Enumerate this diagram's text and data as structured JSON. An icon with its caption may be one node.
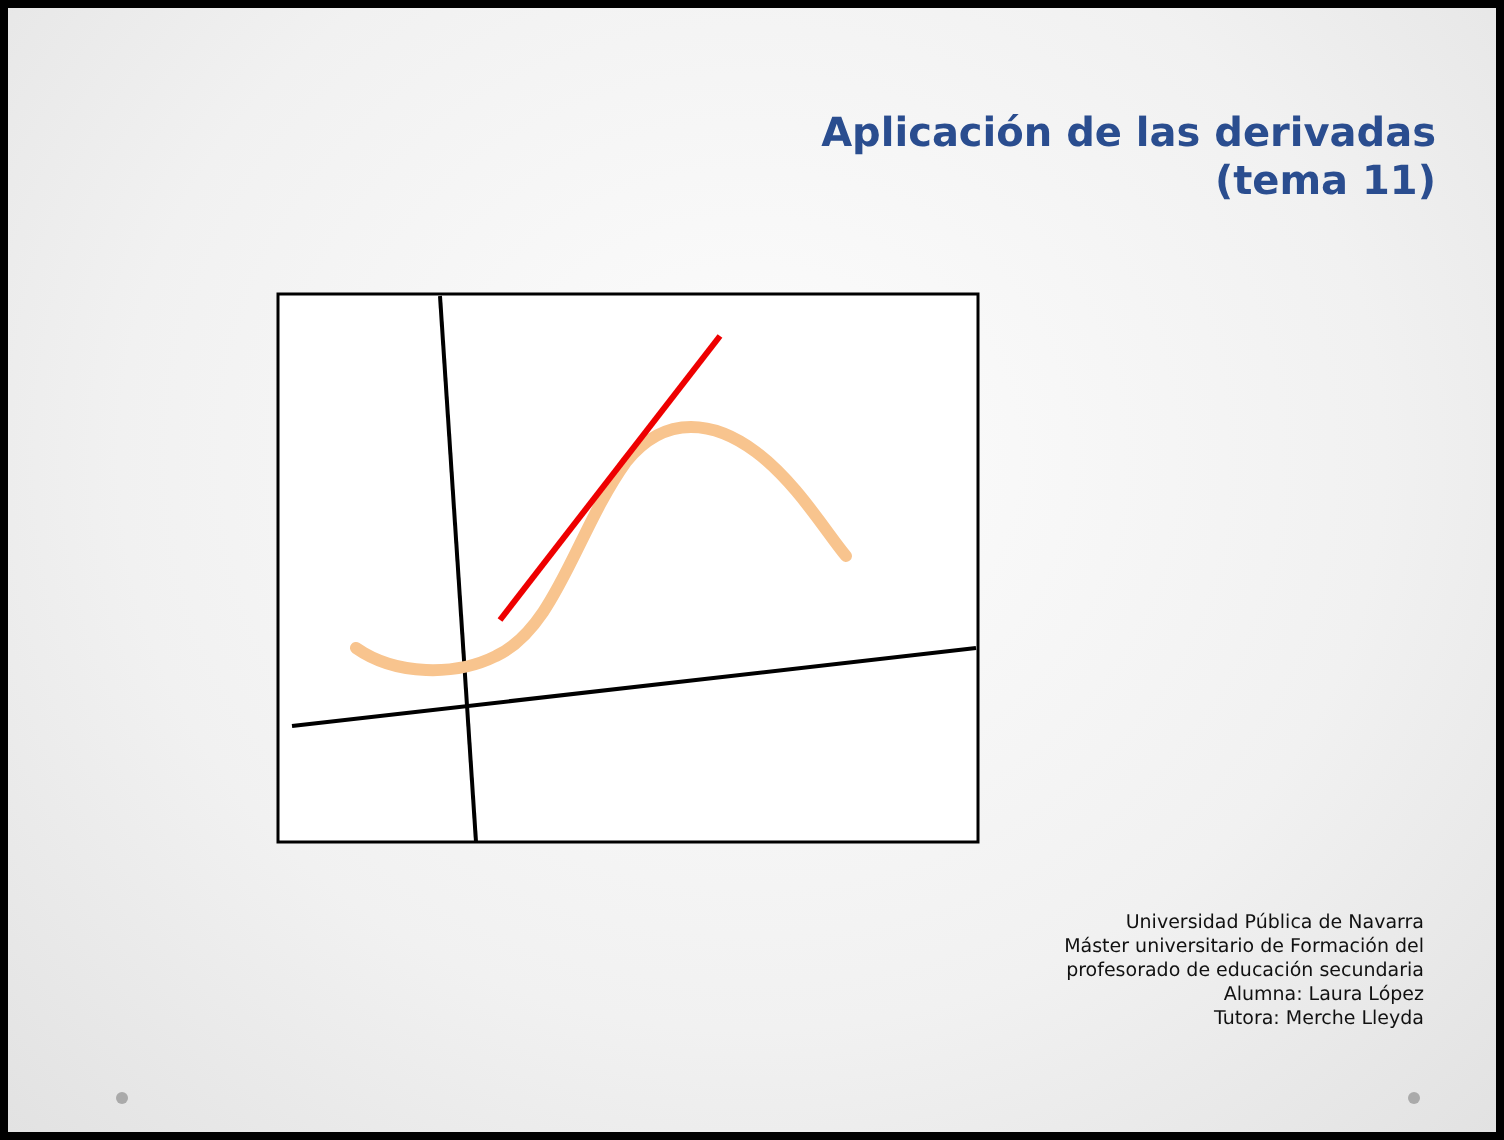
{
  "diagram": {
    "title": "Aplicación de las derivadas (tema 11)",
    "labels": [
      "Universidad Pública de Navarra",
      "Máster universitario de Formación del",
      "profesorado de educación secundaria",
      "Alumna: Laura López",
      "Tutora: Merche Lleyda"
    ]
  }
}
